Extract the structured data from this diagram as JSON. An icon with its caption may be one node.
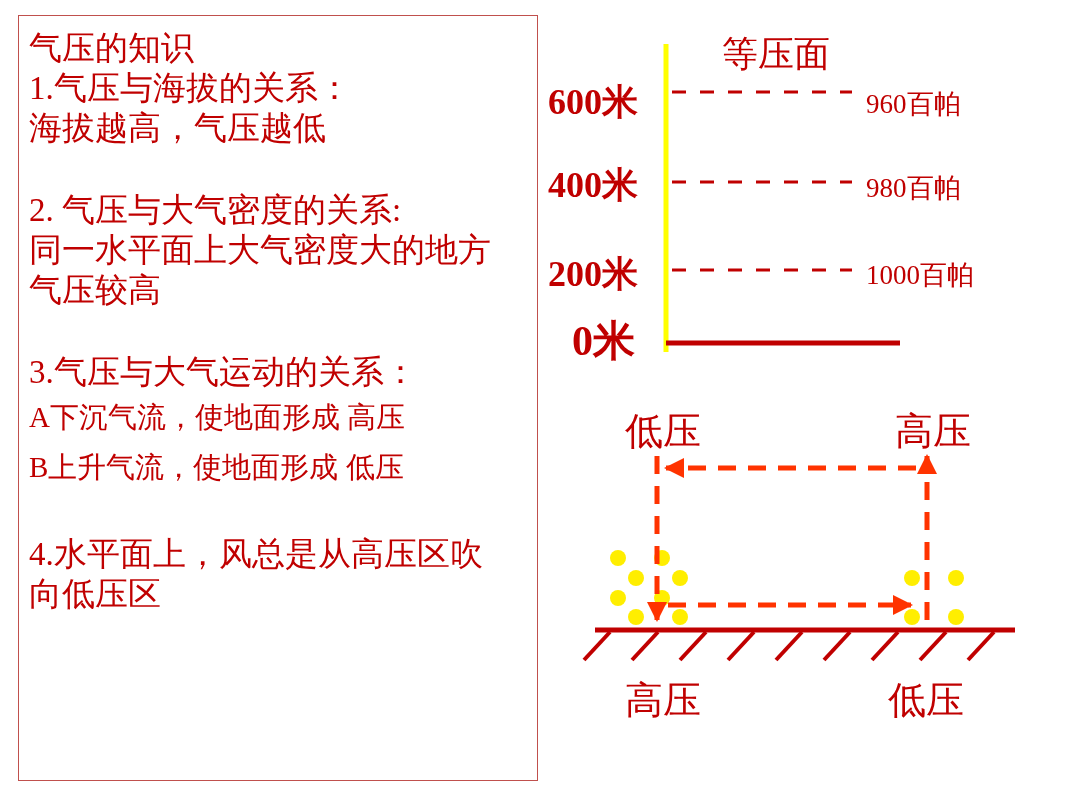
{
  "diagram": {
    "nodes": [
      {
        "text": [
          "气压的知识",
          "1.气压与海拔的关系：",
          "海拔越高，气压越低",
          "2. 气压与大气密度的关系:",
          "同一水平面上大气密度大的地方气压较高",
          "3.气压与大气运动的关系：",
          "A下沉气流，使地面形成 高压",
          "B上升气流，使地面形成 低压",
          "4.水平面上，风总是从高压区吹向低压区"
        ]
      },
      {
        "text": [
          "低压"
        ]
      },
      {
        "text": [
          "高压"
        ]
      },
      {
        "text": [
          "高压"
        ]
      },
      {
        "text": [
          "低压"
        ]
      }
    ],
    "edges": [
      {
        "from": 1,
        "to": 3,
        "arrow": "to",
        "style": "dashed"
      },
      {
        "from": 3,
        "to": 4,
        "arrow": "to",
        "style": "dashed"
      },
      {
        "from": 4,
        "to": 2,
        "arrow": "to",
        "style": "dashed"
      },
      {
        "from": 2,
        "to": 1,
        "arrow": "to",
        "style": "dashed"
      }
    ],
    "labels": [
      "等压面",
      "600米",
      "960百帕",
      "400米",
      "980百帕",
      "200米",
      "1000百帕",
      "0米"
    ]
  }
}
